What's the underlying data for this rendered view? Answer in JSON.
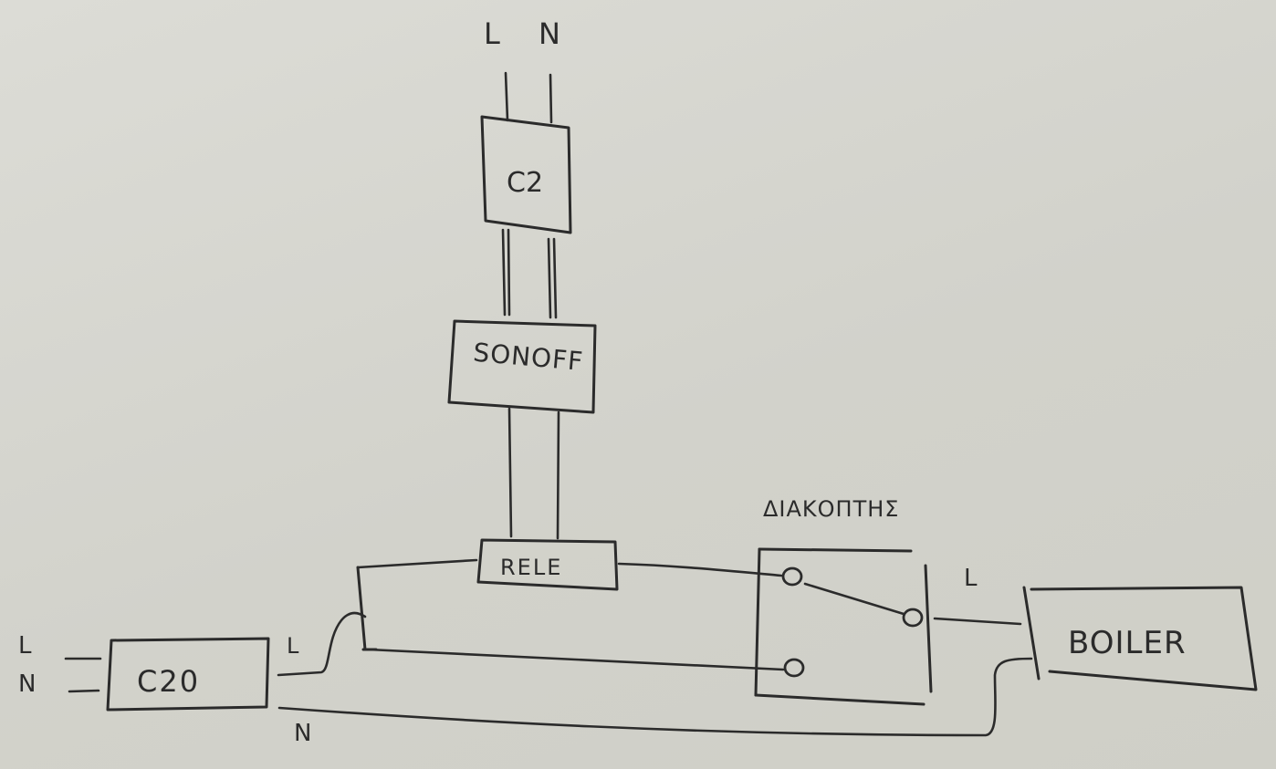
{
  "supply_top": {
    "line_label": "L",
    "neutral_label": "N"
  },
  "supply_left": {
    "line_label": "L",
    "neutral_label": "N"
  },
  "breakers": {
    "small": "C2",
    "main": "C20"
  },
  "controller": {
    "label": "SONOFF"
  },
  "relay": {
    "label": "RELE"
  },
  "switch": {
    "label": "ΔΙΑΚΟΠΤΗΣ"
  },
  "load": {
    "label": "BOILER"
  },
  "wire_labels": {
    "main_line": "L",
    "main_neutral": "N",
    "load_line": "L"
  }
}
